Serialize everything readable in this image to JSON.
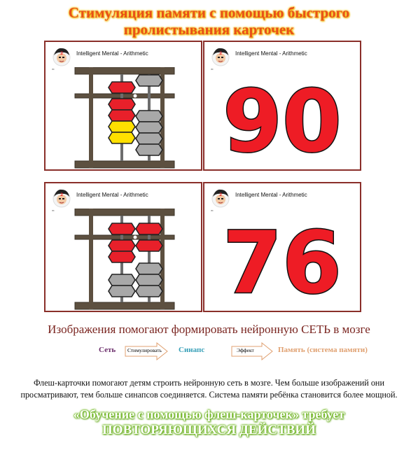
{
  "title_line1": "Стимуляция памяти с помощью быстрого",
  "title_line2": "пролистывания карточек",
  "brand_text": "Intelligent Mental - Arithmetic",
  "cards": [
    {
      "kind": "abacus",
      "brand": "Intelligent Mental - Arithmetic",
      "value": 90
    },
    {
      "kind": "number",
      "brand": "Intelligent Mental - Arithmetic",
      "number": "90"
    },
    {
      "kind": "abacus",
      "brand": "Intelligent Mental - Arithmetic",
      "value": 76
    },
    {
      "kind": "number",
      "brand": "Intelligent Mental - Arithmetic",
      "number": "76"
    }
  ],
  "headline": "Изображения помогают формировать нейронную СЕТЬ в мозге",
  "flow": {
    "step1": "Сеть",
    "arrow1": "Стимулировать",
    "step2": "Синапс",
    "arrow2": "Эффект",
    "step3": "Память (система памяти)"
  },
  "paragraph_line1": "Флеш-карточки помогают детям строить нейронную сеть в мозге. Чем больше изображений они",
  "paragraph_line2": "просматривают, тем больше синапсов соединяется. Система памяти ребёнка становится более мощной.",
  "bottom_line1": "«Обучение с помощью флеш-карточек» требует",
  "bottom_line2": "ПОВТОРЯЮЩИХСЯ ДЕЙСТВИЙ",
  "colors": {
    "title": "#e8501a",
    "card_border": "#8a2f2a",
    "bead_active": "#e8202a",
    "bead_five_active": "#ffe000",
    "bead_inactive": "#a8a8a8",
    "number_fill": "#ee1c25",
    "frame": "#5d5040",
    "step1": "#6b2d6b",
    "step2": "#38a0b8",
    "step3": "#e0a070",
    "bottom": "#6fb71d"
  },
  "icons": [
    "mascot-logo",
    "arrow-right-icon"
  ]
}
